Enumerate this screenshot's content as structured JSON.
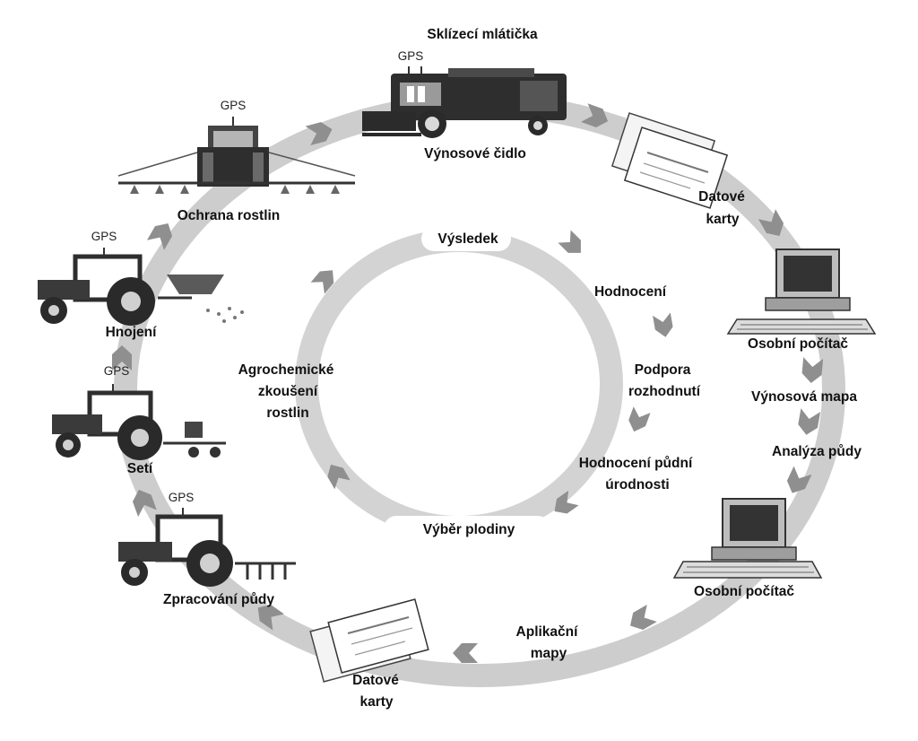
{
  "colors": {
    "outer_ring": "#cdcdcd",
    "inner_ring": "#d3d3d3",
    "chevron": "#8f8f8f",
    "machine_dark": "#2e2e2e",
    "machine_mid": "#6f6f6f",
    "text": "#111111"
  },
  "gps_label": "GPS",
  "outer_cycle": {
    "combine_title": "Sklízecí mlátička",
    "yield_sensor": "Výnosové čidlo",
    "data_cards_top": [
      "Datové",
      "karty"
    ],
    "personal_computer_top": "Osobní počítač",
    "yield_map": "Výnosová mapa",
    "soil_analysis": "Analýza půdy",
    "personal_computer_bottom": "Osobní počítač",
    "application_maps": [
      "Aplikační",
      "mapy"
    ],
    "data_cards_bottom": [
      "Datové",
      "karty"
    ],
    "tillage": "Zpracování půdy",
    "sowing": "Setí",
    "fertilizing": "Hnojení",
    "plant_protection": "Ochrana rostlin"
  },
  "inner_cycle": {
    "result": "Výsledek",
    "evaluation": "Hodnocení",
    "decision_support": [
      "Podpora",
      "rozhodnutí"
    ],
    "soil_fertility": [
      "Hodnocení půdní",
      "úrodnosti"
    ],
    "crop_selection": "Výběr plodiny",
    "agrochemical_testing": [
      "Agrochemické",
      "zkoušení",
      "rostlin"
    ]
  },
  "icons": {
    "combine": "combine-harvester-icon",
    "sprayer": "sprayer-icon",
    "tractor": "tractor-icon",
    "computer": "computer-icon",
    "data_card": "data-card-icon"
  }
}
